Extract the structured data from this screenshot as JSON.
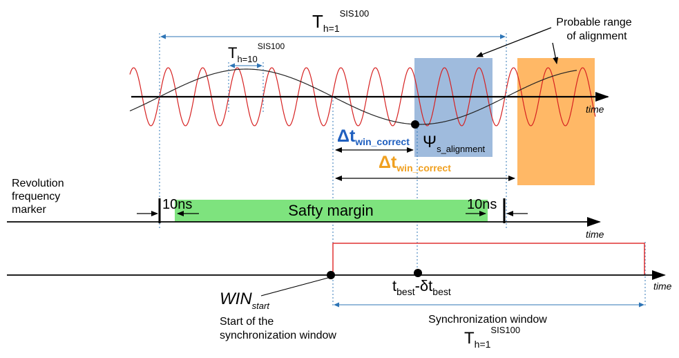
{
  "labels": {
    "t_main": "T",
    "t_main_sub": "h=1",
    "t_main_sup": "SIS100",
    "t_small": "T",
    "t_small_sub": "h=10",
    "t_small_sup": "SIS100",
    "probable_line1": "Probable range",
    "probable_line2": "of alignment",
    "time1": "time",
    "time2": "time",
    "time3": "time",
    "dt_blue_delta": "Δt",
    "dt_blue_sub": "win_correct",
    "dt_orange_delta": "Δt",
    "dt_orange_sub": "win_correct",
    "psi": "Ψ",
    "psi_sub": "s_alignment",
    "rev_line1": "Revolution",
    "rev_line2": "frequency",
    "rev_line3": "marker",
    "ns_left": "10ns",
    "ns_right": "10ns",
    "safety_margin": "Safty margin",
    "win": "WIN",
    "win_sub": "start",
    "start_line1": "Start of the",
    "start_line2": "synchronization window",
    "tbest": "t",
    "tbest_sub": "best",
    "tbest_mid": "-δt",
    "tbest_sub2": "best",
    "sync_window": "Synchronization window",
    "t_bottom": "T",
    "t_bottom_sub": "h=1",
    "t_bottom_sup": "SIS100"
  },
  "colors": {
    "red_wave": "#d62020",
    "black_wave": "#222222",
    "blue_dim": "#2e75b6",
    "blue_box": "#9fbbdd",
    "orange_box": "#ffb866",
    "green_bar": "#7ee37e",
    "blue_text": "#1f5fbf",
    "orange_text": "#f0a020",
    "red_window": "#e03030"
  }
}
